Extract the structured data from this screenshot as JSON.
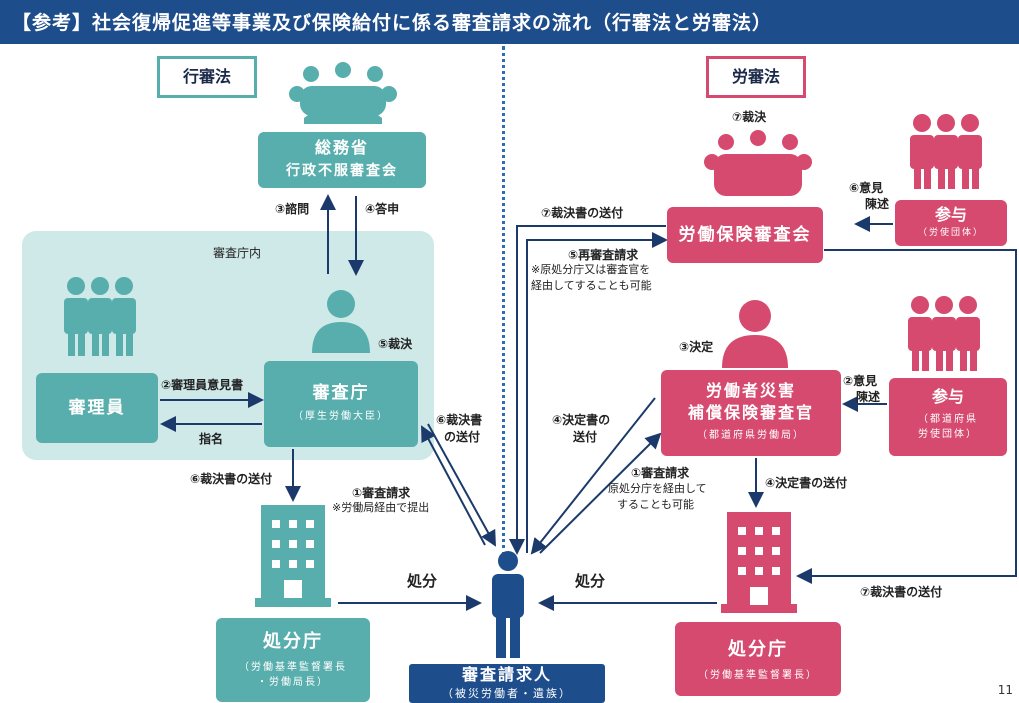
{
  "title": "【参考】社会復帰促進等事業及び保険給付に係る審査請求の流れ（行審法と労審法）",
  "left_label": "行審法",
  "right_label": "労審法",
  "left": {
    "soumu_title": "総務省",
    "soumu_sub": "行政不服審査会",
    "area_label": "審査庁内",
    "shinriin": "審理員",
    "shinsacho": "審査庁",
    "shinsacho_sub": "（厚生労働大臣）",
    "shobuncho": "処分庁",
    "shobuncho_sub1": "（労働基準監督署長",
    "shobuncho_sub2": "・労働局長）",
    "step3": "③諮問",
    "step4": "④答申",
    "step5": "⑤裁決",
    "step2": "②審理員意見書",
    "shimei": "指名",
    "step6a": "⑥裁決書の送付",
    "step6b_1": "⑥裁決書",
    "step6b_2": "の送付",
    "step1": "①審査請求",
    "step1_note": "※労働局経由で提出",
    "shobun": "処分"
  },
  "right": {
    "step7_saiketsu": "⑦裁決",
    "council": "労働保険審査会",
    "sanyo1": "参与",
    "sanyo1_sub": "（労使団体）",
    "step6_iken": "⑥意見",
    "step6_chinjutsu": "陳述",
    "step7_send": "⑦裁決書の送付",
    "step5": "⑤再審査請求",
    "step5_note1": "※原処分庁又は審査官を",
    "step5_note2": "経由してすることも可能",
    "step3": "③決定",
    "examiner1": "労働者災害",
    "examiner2": "補償保険審査官",
    "examiner_sub": "（都道府県労働局）",
    "step2_iken": "②意見",
    "step2_chinjutsu": "陳述",
    "sanyo2": "参与",
    "sanyo2_sub1": "（都道府県",
    "sanyo2_sub2": "労使団体）",
    "step4a_1": "④決定書の",
    "step4a_2": "送付",
    "step1": "①審査請求",
    "step1_note1": "原処分庁を経由して",
    "step1_note2": "することも可能",
    "step4b": "④決定書の送付",
    "step7_send2": "⑦裁決書の送付",
    "shobun": "処分",
    "shobuncho": "処分庁",
    "shobuncho_sub": "（労働基準監督署長）"
  },
  "claimant": "審査請求人",
  "claimant_sub": "（被災労働者・遺族）",
  "page_number": "11",
  "colors": {
    "navy": "#1e4d8c",
    "teal": "#58aeac",
    "pink": "#d54a6e",
    "area": "#cfe8e8"
  }
}
